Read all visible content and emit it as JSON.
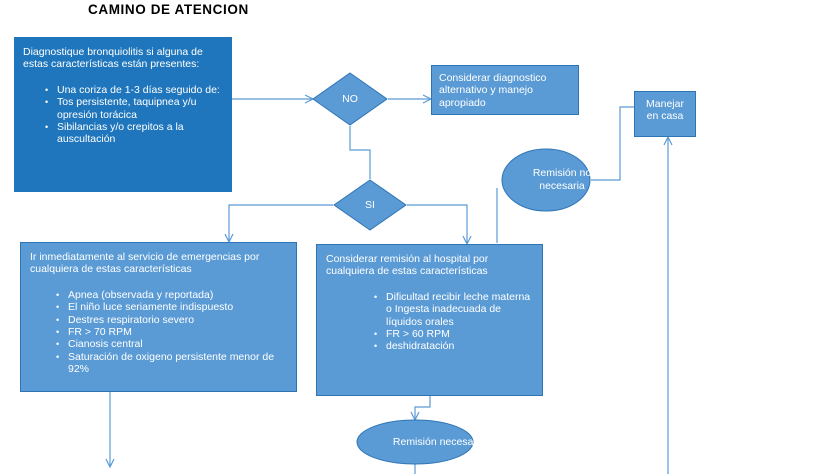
{
  "title": "CAMINO DE ATENCION",
  "colors": {
    "node_fill": "#5B9BD5",
    "node_border": "#2E75B6",
    "primary_node_fill": "#1F76BC",
    "connector": "#5B9BD5",
    "text": "#FFFFFF",
    "title_text": "#000000",
    "background": "#FFFFFF"
  },
  "nodes": {
    "diagnose": {
      "shape": "rectangle",
      "heading": "Diagnostique bronquiolitis si alguna de estas características están presentes:",
      "bullets": [
        "Una coriza de 1-3 días seguido de:",
        " Tos persistente, taquipnea y/u opresión torácica",
        "Sibilancias y/o crepitos a la auscultación"
      ]
    },
    "decision_no": {
      "shape": "diamond",
      "label": "NO"
    },
    "decision_si": {
      "shape": "diamond",
      "label": "SI"
    },
    "alternative": {
      "shape": "rectangle",
      "text": "Considerar diagnostico alternativo y manejo apropiado"
    },
    "manage_home": {
      "shape": "rectangle",
      "text": "Manejar en casa"
    },
    "referral_not_needed": {
      "shape": "ellipse",
      "text": "Remisión no necesaria"
    },
    "referral_needed": {
      "shape": "ellipse",
      "text": "Remisión necesaria"
    },
    "emergency": {
      "shape": "rectangle",
      "heading": "Ir inmediatamente al servicio de emergencias por cualquiera de estas características",
      "bullets": [
        "Apnea (observada y reportada)",
        "El niño luce seriamente indispuesto",
        "Destres respiratorio severo",
        "FR > 70 RPM",
        "Cianosis central",
        "Saturación de oxigeno persistente menor de 92%"
      ]
    },
    "hospital_referral": {
      "shape": "rectangle",
      "heading": "Considerar remisión al hospital por cualquiera de estas características",
      "bullets": [
        "Dificultad recibir leche materna o Ingesta inadecuada de líquidos orales",
        "FR > 60 RPM",
        "deshidratación"
      ]
    }
  }
}
